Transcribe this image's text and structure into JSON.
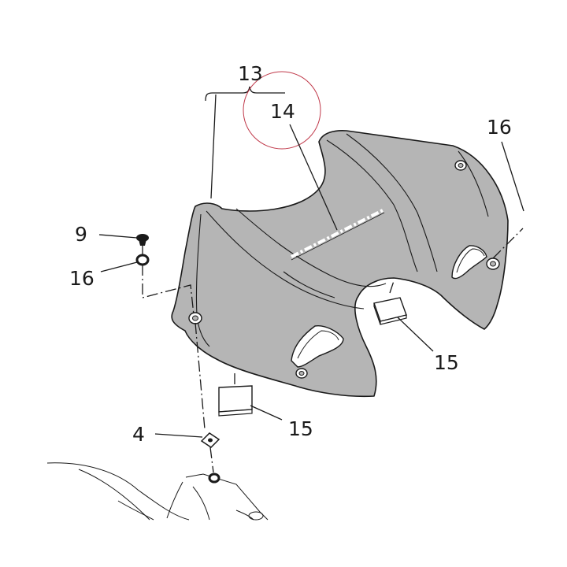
{
  "diagram": {
    "callouts": {
      "c13": "13",
      "c14": "14",
      "c16_right": "16",
      "c9": "9",
      "c16_left": "16",
      "c15_right": "15",
      "c15_bottom": "15",
      "c4": "4"
    },
    "colors": {
      "part_fill": "#b5b5b5",
      "line": "#1a1a1a",
      "highlight_circle": "#c0394a"
    }
  }
}
